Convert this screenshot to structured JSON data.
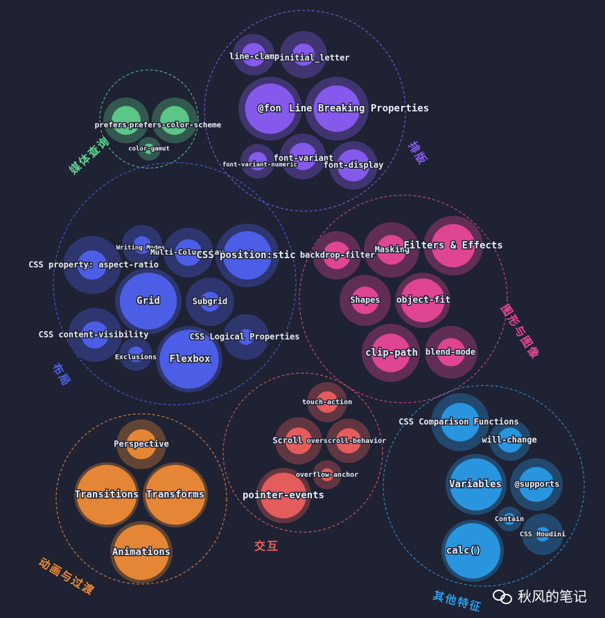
{
  "groups": [
    {
      "id": "media",
      "label": "媒体查询",
      "color": "#5fcf8c",
      "bubbles": [
        {
          "label": "prefers-reduced-motion",
          "display": "prefers-rec",
          "score": 0.55
        },
        {
          "label": "prefers-color-scheme",
          "score": 0.55
        },
        {
          "label": "color-gamut",
          "score": 0.25
        }
      ]
    },
    {
      "id": "typo",
      "label": "排版",
      "color": "#8b5cf6",
      "bubbles": [
        {
          "label": "line-clamp",
          "score": 0.45
        },
        {
          "label": "initial_letter",
          "display": "initial_letter",
          "score": 0.3
        },
        {
          "label": "@font-face",
          "display": "@fon",
          "score": 0.8
        },
        {
          "label": "Line Breaking Properties",
          "score": 0.7
        },
        {
          "label": "font-variant-numeric",
          "score": 0.4
        },
        {
          "label": "font-variant",
          "score": 0.5
        },
        {
          "label": "font-display",
          "score": 0.6
        }
      ]
    },
    {
      "id": "layout",
      "label": "布局",
      "color": "#4f62f0",
      "bubbles": [
        {
          "label": "Writing Modes",
          "score": 0.25
        },
        {
          "label": "Multi-Column Layout",
          "display": "Multi-Column Lay",
          "score": 0.4
        },
        {
          "label": "CSS position:sticky",
          "display": "CSS position:stic",
          "score": 0.75
        },
        {
          "label": "CSS property: aspect-ratio",
          "score": 0.35
        },
        {
          "label": "Grid",
          "score": 0.9
        },
        {
          "label": "Subgrid",
          "score": 0.2
        },
        {
          "label": "CSS content-visibility",
          "score": 0.35
        },
        {
          "label": "Exclusions",
          "score": 0.3
        },
        {
          "label": "Flexbox",
          "score": 0.95
        },
        {
          "label": "CSS Logical Properties",
          "score": 0.1
        }
      ]
    },
    {
      "id": "graphics",
      "label": "图形与图像",
      "color": "#ec4899",
      "bubbles": [
        {
          "label": "backdrop-filter",
          "score": 0.45
        },
        {
          "label": "Masking",
          "score": 0.4
        },
        {
          "label": "Filters & Effects",
          "score": 0.7
        },
        {
          "label": "Shapes",
          "score": 0.4
        },
        {
          "label": "object-fit",
          "score": 0.8
        },
        {
          "label": "clip-path",
          "score": 0.6
        },
        {
          "label": "blend-mode",
          "score": 0.4
        }
      ]
    },
    {
      "id": "interaction",
      "label": "交互",
      "color": "#f0605d",
      "bubbles": [
        {
          "label": "touch-action",
          "score": 0.4
        },
        {
          "label": "Scroll",
          "score": 0.45
        },
        {
          "label": "overscroll-behavior",
          "score": 0.45
        },
        {
          "label": "overflow-anchor",
          "score": 0.25
        },
        {
          "label": "pointer-events",
          "score": 0.85
        }
      ]
    },
    {
      "id": "anim",
      "label": "动画与过渡",
      "color": "#f08c35",
      "bubbles": [
        {
          "label": "Perspective",
          "score": 0.5
        },
        {
          "label": "Transitions",
          "score": 1.0
        },
        {
          "label": "Transforms",
          "score": 1.0
        },
        {
          "label": "Animations",
          "score": 0.95
        }
      ]
    },
    {
      "id": "other",
      "label": "其他特征",
      "color": "#2a9ce8",
      "bubbles": [
        {
          "label": "CSS Comparison Functions",
          "score": 0.6
        },
        {
          "label": "will-change",
          "score": 0.5
        },
        {
          "label": "Variables",
          "score": 0.9
        },
        {
          "label": "@supports",
          "score": 0.6
        },
        {
          "label": "Contain",
          "score": 0.3
        },
        {
          "label": "CSS Houdini",
          "score": 0.1
        },
        {
          "label": "calc()",
          "score": 0.95
        }
      ]
    }
  ],
  "watermark": {
    "text": "秋风的笔记",
    "icon": "wechat-icon"
  },
  "colors": {
    "background": "#1e2233",
    "labelText": "#e8ecf4"
  }
}
